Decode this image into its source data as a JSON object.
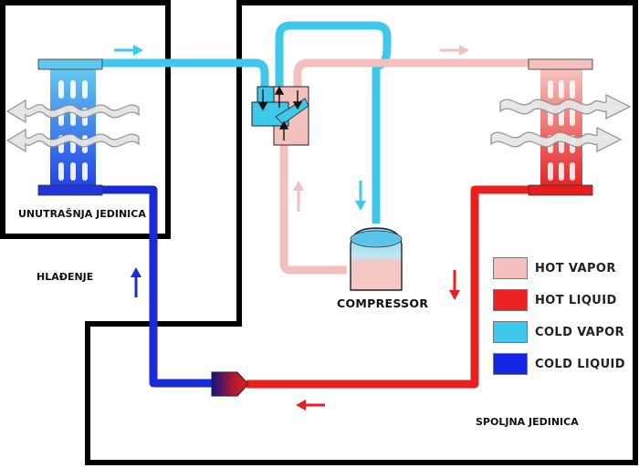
{
  "labels": {
    "indoor_unit": "UNUTRAŠNJA JEDINICA",
    "cooling": "HLAĐENJE",
    "compressor": "COMPRESSOR",
    "outdoor_unit": "SPOLJNA JEDINICA"
  },
  "legend": [
    {
      "label": "HOT VAPOR",
      "color": "#f4c0bd"
    },
    {
      "label": "HOT LIQUID",
      "color": "#ee2222"
    },
    {
      "label": "COLD VAPOR",
      "color": "#3ec8ea"
    },
    {
      "label": "COLD LIQUID",
      "color": "#1226e6"
    }
  ],
  "colors": {
    "hot_vapor": "#f4c0bd",
    "hot_liquid": "#ee2222",
    "cold_vapor": "#3ec8ea",
    "cold_liquid": "#1226e6"
  }
}
